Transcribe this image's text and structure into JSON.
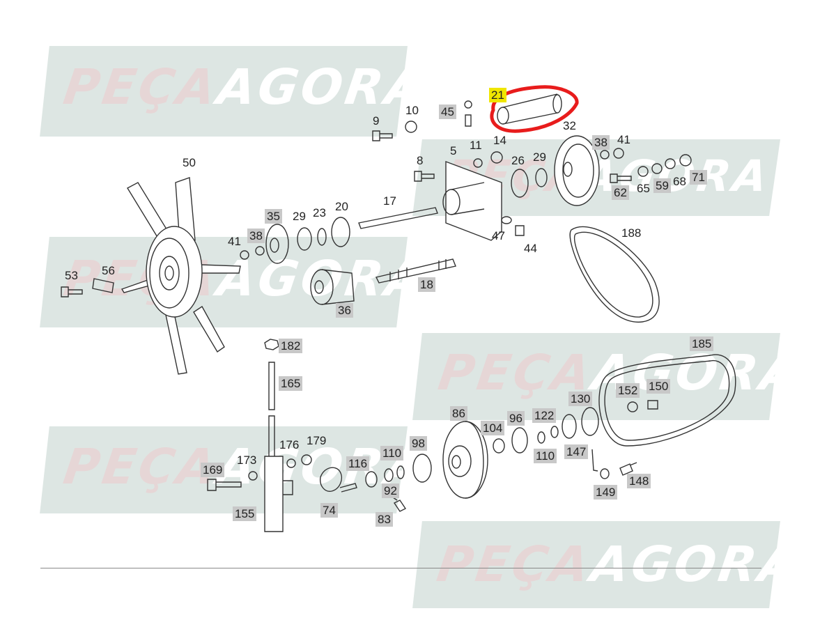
{
  "watermark": {
    "word1": "PEÇA",
    "word2": "AGORA"
  },
  "highlight": {
    "part": "21",
    "circle_color": "#e81c1c",
    "label_color": "#f0e600"
  },
  "labels": {
    "p9": "9",
    "p10": "10",
    "p45": "45",
    "p21": "21",
    "p32": "32",
    "p5": "5",
    "p11": "11",
    "p14": "14",
    "p8": "8",
    "p26": "26",
    "p29a": "29",
    "p38a": "38",
    "p41a": "41",
    "p62": "62",
    "p65": "65",
    "p59": "59",
    "p68": "68",
    "p71": "71",
    "p50": "50",
    "p35": "35",
    "p29b": "29",
    "p23": "23",
    "p20": "20",
    "p17": "17",
    "p41b": "41",
    "p38b": "38",
    "p47": "47",
    "p44": "44",
    "p188": "188",
    "p53": "53",
    "p56": "56",
    "p18": "18",
    "p36": "36",
    "p182": "182",
    "p165": "165",
    "p185": "185",
    "p152": "152",
    "p150": "150",
    "p130": "130",
    "p86": "86",
    "p96": "96",
    "p122": "122",
    "p104": "104",
    "p110a": "110",
    "p147": "147",
    "p148": "148",
    "p149": "149",
    "p176": "176",
    "p179": "179",
    "p173": "173",
    "p169": "169",
    "p116": "116",
    "p110b": "110",
    "p98": "98",
    "p92": "92",
    "p74": "74",
    "p83": "83",
    "p155": "155"
  }
}
